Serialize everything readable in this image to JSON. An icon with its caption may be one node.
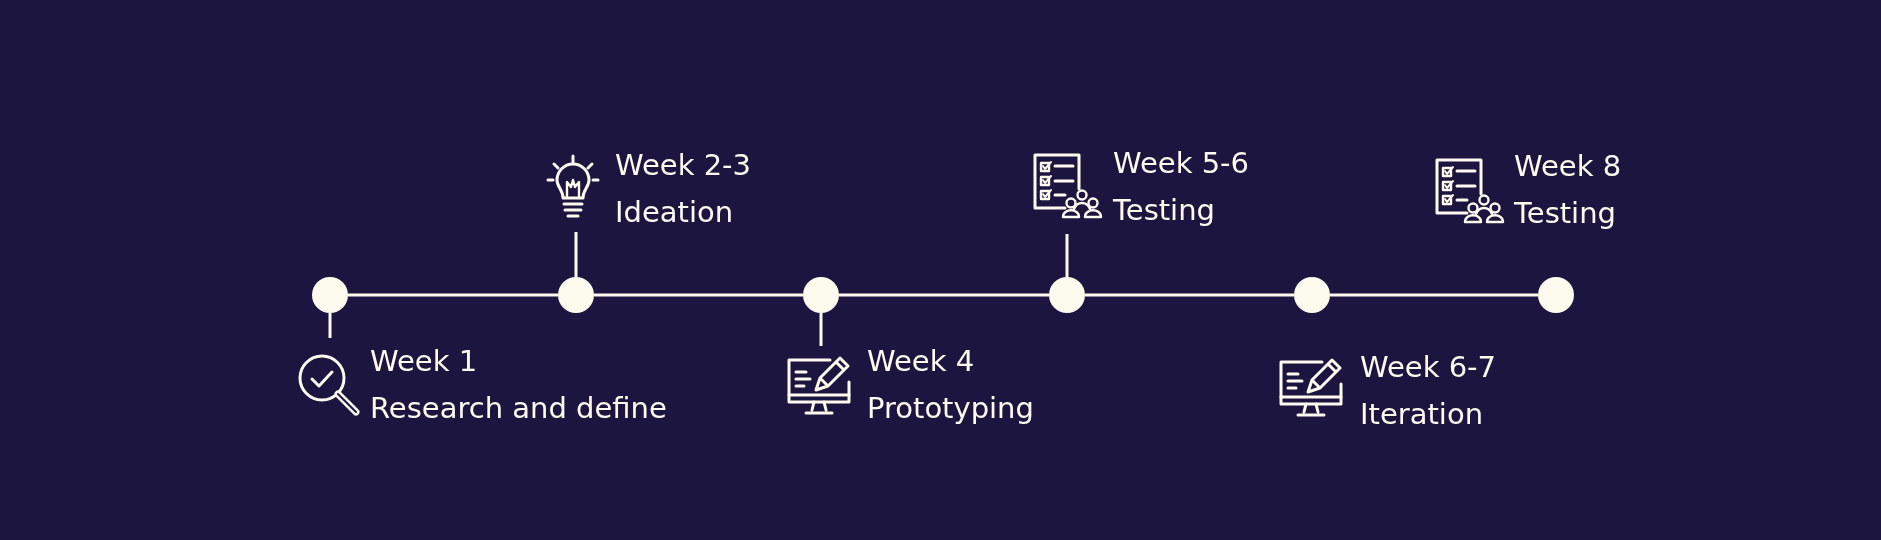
{
  "diagram": {
    "nodes": [
      {
        "text": [],
        "shape": "circle"
      },
      {
        "text": [],
        "shape": "circle"
      },
      {
        "text": [],
        "shape": "circle"
      },
      {
        "text": [],
        "shape": "circle"
      },
      {
        "text": [],
        "shape": "circle"
      },
      {
        "text": [],
        "shape": "circle"
      },
      {
        "text": [
          "Week 1",
          "Research and define"
        ]
      },
      {
        "text": [
          "Week 2-3",
          "Ideation"
        ]
      },
      {
        "text": [
          "Week 4",
          "Prototyping"
        ]
      },
      {
        "text": [
          "Week 5-6",
          "Testing"
        ]
      },
      {
        "text": [
          "Week 6-7",
          "Iteration"
        ]
      },
      {
        "text": [
          "Week 8",
          "Testing"
        ]
      }
    ],
    "edges": [
      {
        "from": 0,
        "to": 1,
        "arrow": "none"
      },
      {
        "from": 1,
        "to": 2,
        "arrow": "none"
      },
      {
        "from": 2,
        "to": 3,
        "arrow": "none"
      },
      {
        "from": 3,
        "to": 4,
        "arrow": "none"
      },
      {
        "from": 4,
        "to": 5,
        "arrow": "none"
      },
      {
        "from": 6,
        "to": 0,
        "arrow": "none"
      },
      {
        "from": 7,
        "to": 1,
        "arrow": "none"
      },
      {
        "from": 8,
        "to": 2,
        "arrow": "none"
      },
      {
        "from": 9,
        "to": 3,
        "arrow": "none"
      }
    ]
  }
}
